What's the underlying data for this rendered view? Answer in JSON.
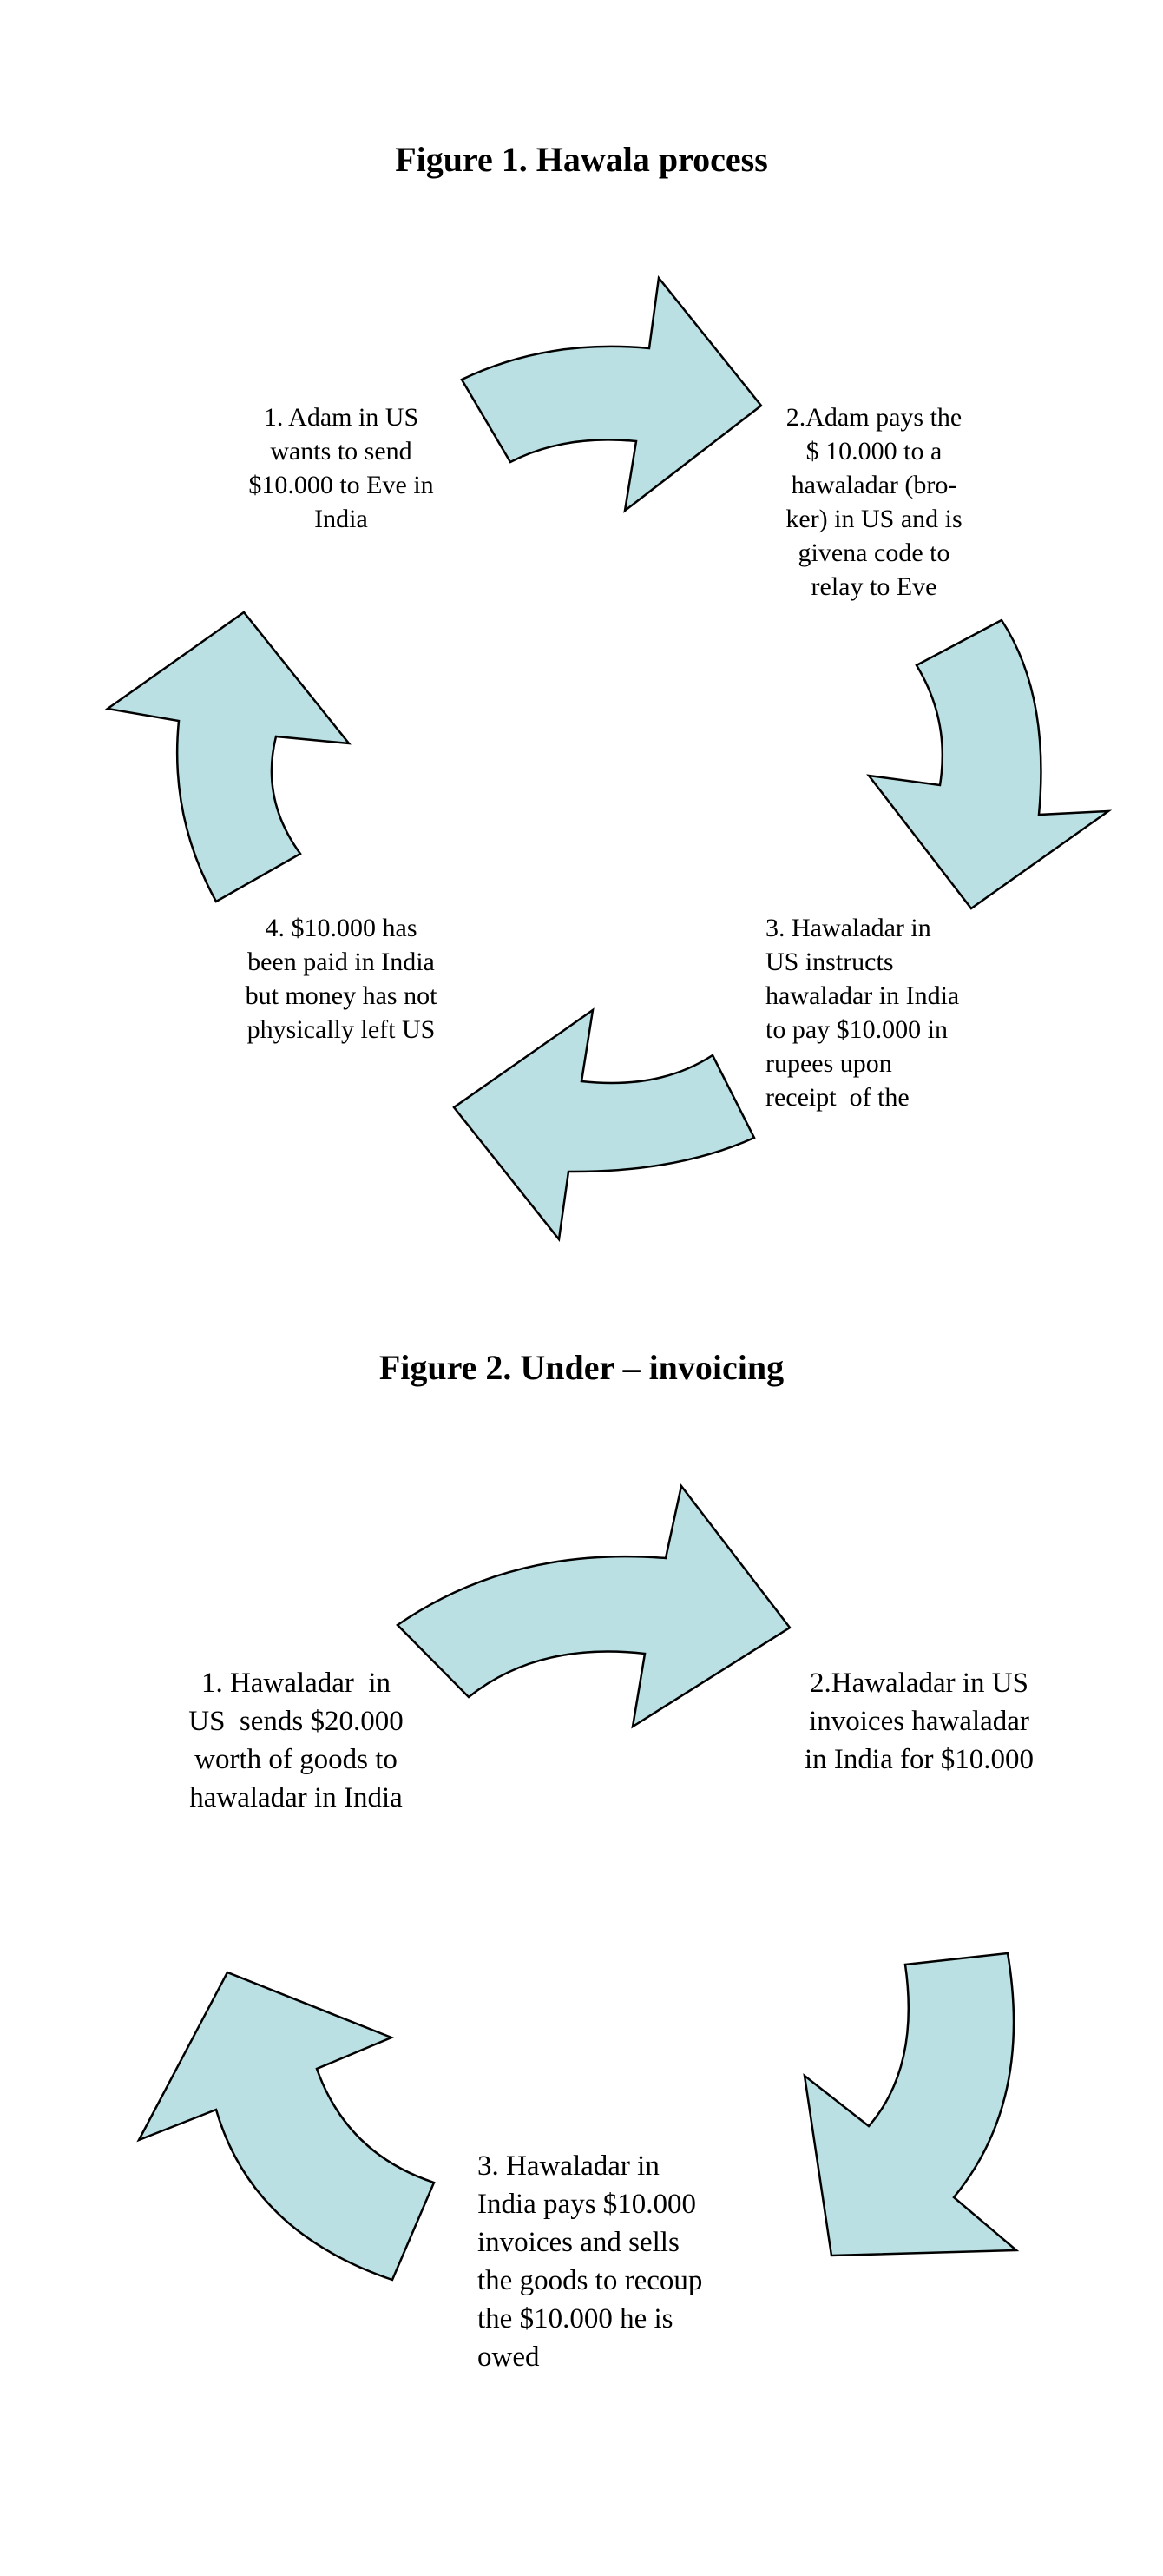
{
  "figures": [
    {
      "title": "Figure 1. Hawala process",
      "steps": [
        {
          "lines": [
            "1. Adam in US",
            "wants to send",
            "$10.000 to Eve in",
            "India"
          ]
        },
        {
          "lines": [
            "2.Adam pays the",
            "$ 10.000 to a",
            "hawaladar (bro-",
            "ker) in US and is",
            "givena code to",
            "relay to Eve"
          ]
        },
        {
          "lines": [
            "3. Hawaladar in",
            "US instructs",
            "hawaladar in India",
            "to pay $10.000 in",
            "rupees upon",
            "receipt  of the"
          ]
        },
        {
          "lines": [
            "4. $10.000 has",
            "been paid in India",
            "but money has not",
            "physically left US"
          ]
        }
      ]
    },
    {
      "title": "Figure 2. Under – invoicing",
      "steps": [
        {
          "lines": [
            "1. Hawaladar  in",
            "US  sends $20.000",
            "worth of goods to",
            "hawaladar in India"
          ]
        },
        {
          "lines": [
            "2.Hawaladar in US",
            "invoices hawaladar",
            "in India for $10.000"
          ]
        },
        {
          "lines": [
            "3. Hawaladar in",
            "India pays $10.000",
            "invoices and sells",
            "the goods to recoup",
            "the $10.000 he is",
            "owed"
          ]
        }
      ]
    }
  ],
  "colors": {
    "arrow_fill": "#bae0e4",
    "arrow_stroke": "#000000"
  }
}
